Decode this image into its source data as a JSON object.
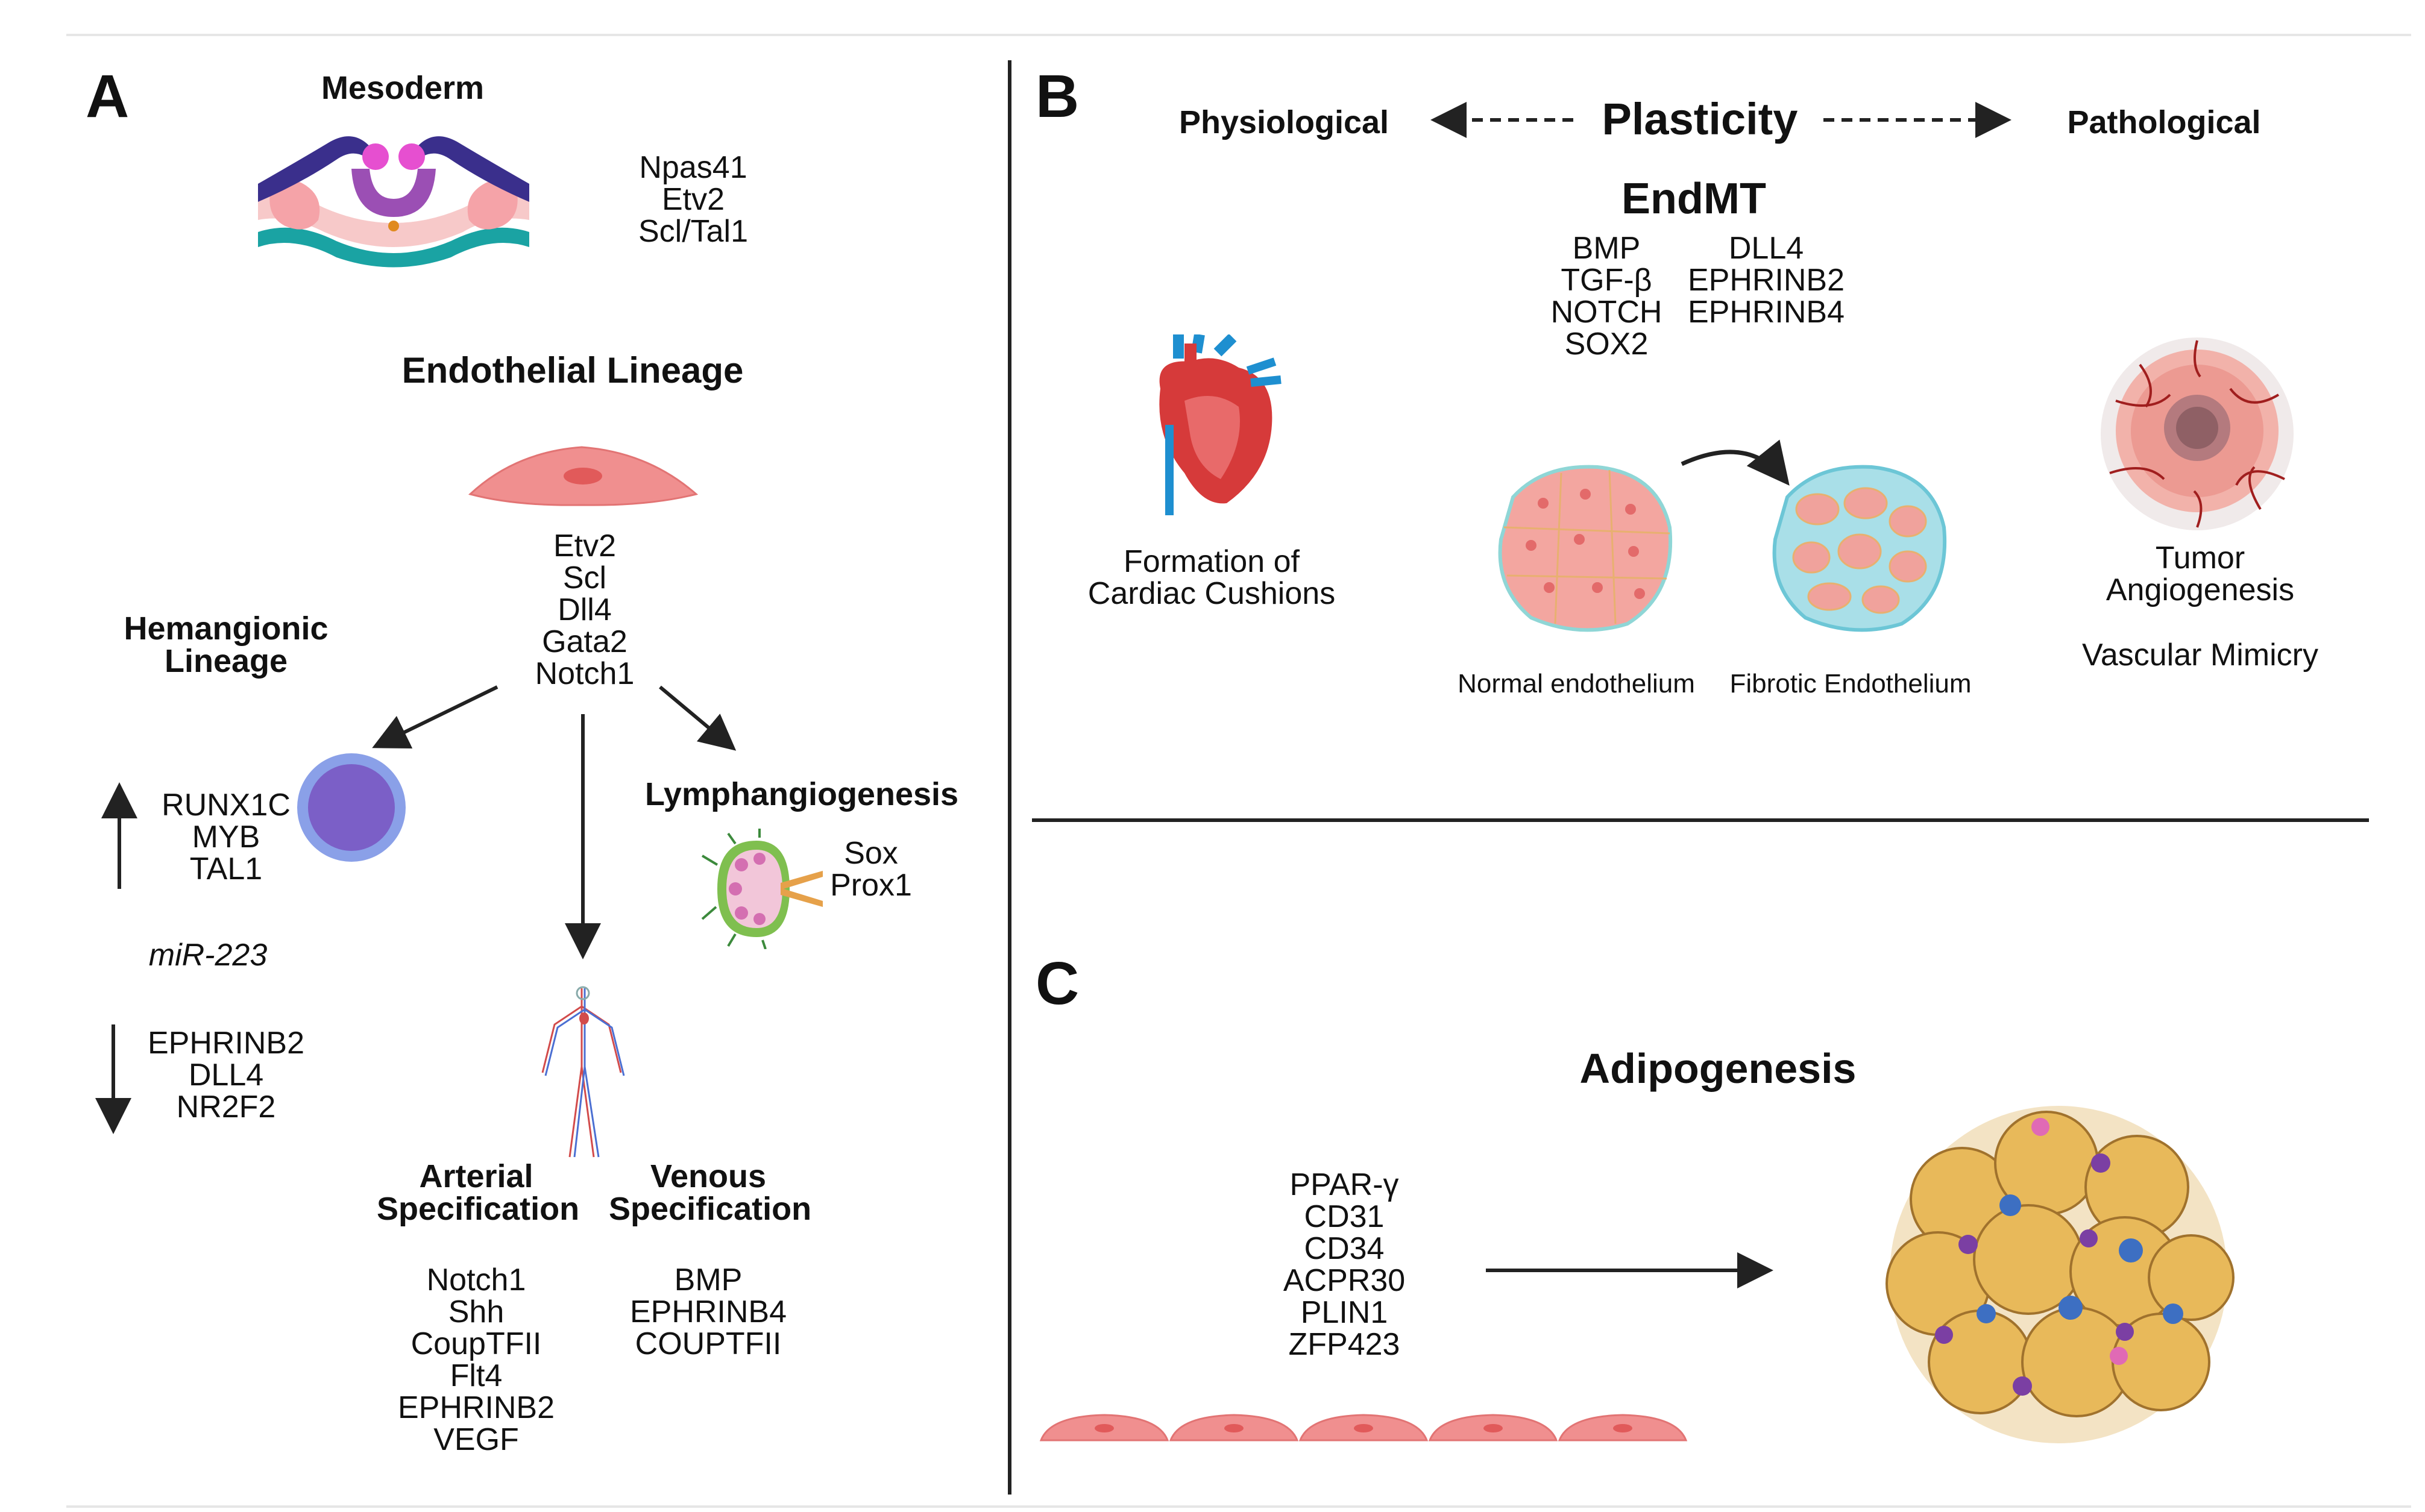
{
  "panels": {
    "a": "A",
    "b": "B",
    "c": "C"
  },
  "panel_a": {
    "mesoderm_title": "Mesoderm",
    "mesoderm_genes": [
      "Npas41",
      "Etv2",
      "Scl/Tal1"
    ],
    "endothelial_title": "Endothelial Lineage",
    "endothelial_genes": [
      "Etv2",
      "Scl",
      "Dll4",
      "Gata2",
      "Notch1"
    ],
    "hemangionic_title": [
      "Hemangionic",
      "Lineage"
    ],
    "hemangionic_up_genes": [
      "RUNX1C",
      "MYB",
      "TAL1"
    ],
    "mirna": "miR-223",
    "hemangionic_down_genes": [
      "EPHRINB2",
      "DLL4",
      "NR2F2"
    ],
    "lymph_title": "Lymphangiogenesis",
    "lymph_genes": [
      "Sox",
      "Prox1"
    ],
    "arterial_title": [
      "Arterial",
      "Specification"
    ],
    "arterial_genes": [
      "Notch1",
      "Shh",
      "CoupTFII",
      "Flt4",
      "EPHRINB2",
      "VEGF"
    ],
    "venous_title": [
      "Venous",
      "Specification"
    ],
    "venous_genes": [
      "BMP",
      "EPHRINB4",
      "COUPTFII"
    ]
  },
  "panel_b": {
    "physiological": "Physiological",
    "plasticity": "Plasticity",
    "pathological": "Pathological",
    "endmt_title": "EndMT",
    "endmt_genes_left": [
      "BMP",
      "TGF-β",
      "NOTCH",
      "SOX2"
    ],
    "endmt_genes_right": [
      "DLL4",
      "EPHRINB2",
      "EPHRINB4"
    ],
    "cardiac_label": [
      "Formation of",
      "Cardiac Cushions"
    ],
    "normal_label": "Normal endothelium",
    "fibrotic_label": "Fibrotic Endothelium",
    "tumor_label": [
      "Tumor",
      "Angiogenesis"
    ],
    "mimicry_label": "Vascular Mimicry"
  },
  "panel_c": {
    "title": "Adipogenesis",
    "genes": [
      "PPAR-γ",
      "CD31",
      "CD34",
      "ACPR30",
      "PLIN1",
      "ZFP423"
    ]
  },
  "colors": {
    "endothelial_cell": "#f08f8f",
    "hematopoietic_cell": "#7b6fd0",
    "adipocyte": "#e8b95a",
    "divider": "#222222"
  },
  "icons": [
    "embryo-mesoderm-icon",
    "endothelial-cell-icon",
    "blood-cell-icon",
    "lymph-node-icon",
    "human-vasculature-icon",
    "heart-icon",
    "normal-endothelium-icon",
    "fibrotic-endothelium-icon",
    "tumor-icon",
    "adipose-tissue-icon"
  ]
}
